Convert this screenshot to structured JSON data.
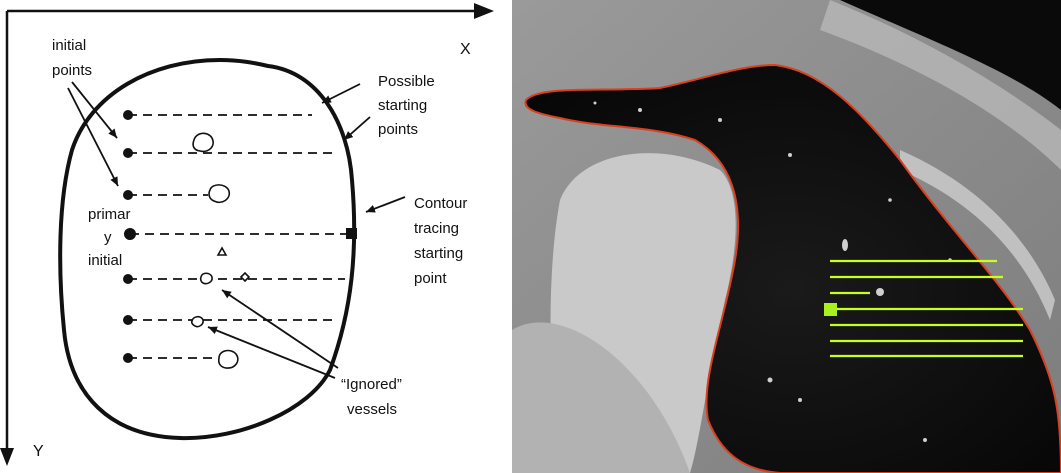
{
  "left_panel": {
    "axis_x_label": "X",
    "axis_y_label": "Y",
    "labels": {
      "initial_points": [
        "initial",
        "points"
      ],
      "possible_starting_points": [
        "Possible",
        "starting",
        "points"
      ],
      "contour_tracing": [
        "Contour",
        "tracing",
        "starting",
        "point"
      ],
      "primary_initial": [
        "primar",
        "y",
        "initial"
      ],
      "ignored_vessels": [
        "“Ignored”",
        "vessels"
      ]
    }
  },
  "right_panel": {
    "scan_type": "CT lung slice",
    "contour_color": "#d84020",
    "trace_line_color": "#c8ff20",
    "start_marker_color": "#a8f020"
  }
}
